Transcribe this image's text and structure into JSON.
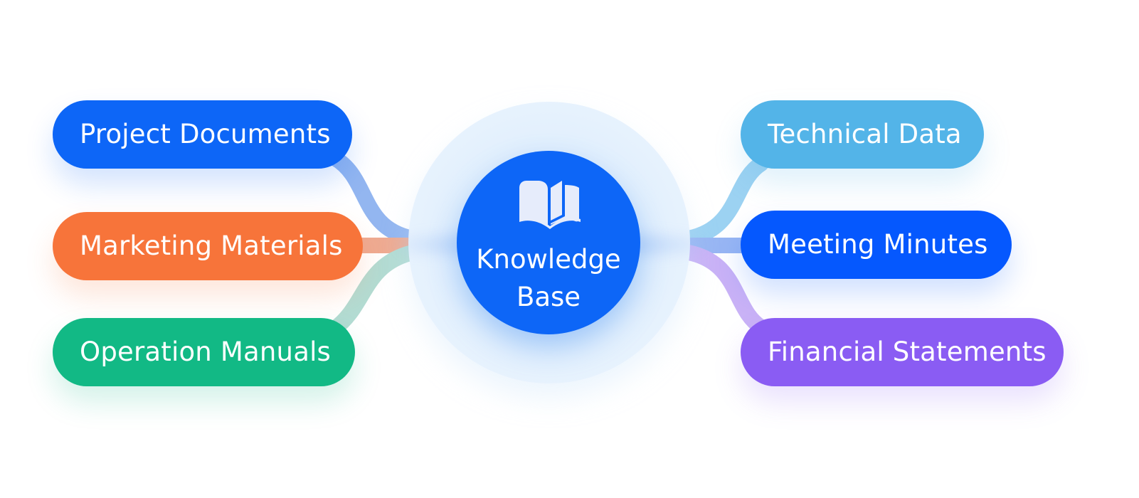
{
  "center": {
    "label_line1": "Knowledge",
    "label_line2": "Base",
    "icon": "open-book-icon",
    "color": "#0d66f7"
  },
  "left_nodes": [
    {
      "label": "Project Documents",
      "color": "#0d66f7",
      "connector_color": "#93b6f0"
    },
    {
      "label": "Marketing Materials",
      "color": "#f7743a",
      "connector_color": "#eeab92"
    },
    {
      "label": "Operation Manuals",
      "color": "#12b985",
      "connector_color": "#b3dcd3"
    }
  ],
  "right_nodes": [
    {
      "label": "Technical Data",
      "color": "#53b4e8",
      "connector_color": "#9cd2f2"
    },
    {
      "label": "Meeting Minutes",
      "color": "#0558fe",
      "connector_color": "#98b6f3"
    },
    {
      "label": "Financial Statements",
      "color": "#8a5cf3",
      "connector_color": "#c9b2f6"
    }
  ]
}
